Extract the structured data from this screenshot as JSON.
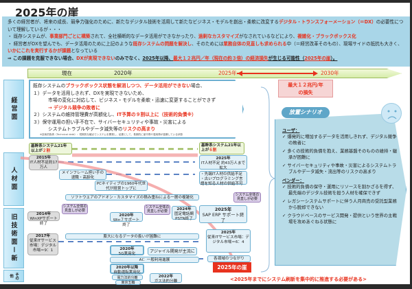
{
  "title": "2025年の崖",
  "intro": {
    "l1a": "多くの経営者が、将来の成長、競争力強化のために、新たなデジタル技術を活用して新たなビジネス・モデルを創出・柔軟に改変する",
    "l1b": "デジタル・トランスフォーメーション（＝DX）",
    "l1c": "の必要性について理解しているが・・・",
    "b1a": "・ 既存システムが、",
    "b1b": "事業部門ごとに構築",
    "b1c": "されて、全社横断的なデータ活用ができなかったり、",
    "b1d": "過剰なカスタマイズ",
    "b1e": "がなされているなどにより、",
    "b1f": "複雑化・ブラックボックス化",
    "b2a": "・ 経営者がDXを望んでも、データ活用のために上記のような",
    "b2b": "既存システムの問題を解決し",
    "b2c": "、そのためには",
    "b2d": "業務自体の見直しも求められる",
    "b2e": "中（＝経営改革そのもの）、現場サイドの抵抗も大きく、",
    "b2f": "いかにこれを実行するかが課題",
    "b2g": "となっている",
    "c1": "⇒ この課題を克服できない場合、",
    "c2": "DXが実現できない",
    "c3": "のみでなく、",
    "c4": "2025年以降、",
    "c5": "最大１２兆円／年（現在の約３倍）の経済損失",
    "c6": "が生じる可能性（",
    "c7": "2025年の崖",
    "c8": "）。"
  },
  "timeline": {
    "now": "現在",
    "y2020": "2020年",
    "y2025": "2025年",
    "y2030": "2030年"
  },
  "loss": "最大１２兆円/年\nの損失",
  "categories": {
    "management": "経営面",
    "people": "人材面",
    "tech": "旧技術面ー新",
    "other": "その他"
  },
  "management": {
    "l1a": "既存システムの",
    "l1b": "ブラックボックス状態を解消しつつ、データ活用ができない",
    "l1c": "場合、",
    "l2": "１）データを活用しきれず、DXを実現できないため、",
    "l3": "市場の変化に対応して、ビジネス・モデルを柔軟・迅速に変更することができず",
    "l4": "→ デジタル競争の敗者に",
    "l5a": "２）システムの維持管理費が高額化し、",
    "l5b": "IT予算の９割以上に（技術的負債※）",
    "l6": "３）保守運用の担い手不在で、サイバーセキュリティや事故・災害による",
    "l7a": "システムトラブルやデータ滅失等の",
    "l7b": "リスクの高まり",
    "foot": "※技術的負債（Technical debt）：短期的な観点でシステムを開発し、結果として、長期的に保守費や運用費が高騰している状態"
  },
  "people": {
    "core21_2020a": "基幹系システム21年以上が",
    "core21_2020b": "２割",
    "core21_2025a": "基幹系システム21年以上が",
    "core21_2025b": "６割",
    "it2015y": "2015年",
    "it2015": "IT人材不足約17万人",
    "it2025y": "2025年",
    "it2025": "IT人材不足 約43万人まで拡大",
    "mainframe": "メインフレーム担い手の退職・高齢化",
    "shortage": "・先端IT人材の供給不足 ・古いプログラミング言語を知る人材の供給不可",
    "pcnative": "PCネイティブの1960年代世代が経営トップに"
  },
  "tech": {
    "addon": "ソフトウエアのアドオン・カスタマイズの積み重ねによる一層の複雑化",
    "review": "システム全体の見直しが必要",
    "xp_y": "2014年",
    "xp": "WinXPサポート終了",
    "w7_y": "2020年",
    "w7": "Win７サポート終了",
    "pstn_y": "2024年",
    "pstn": "固定電話網PSTN終了",
    "sap_y": "2025年",
    "sap": "SAP ERP サポート終了",
    "data": "膨大になるデータの扱いが困難に",
    "m2017_y": "2017年",
    "m2017": "従来ITサービス市場：デジタル市場＝9：1",
    "m2025_y": "2025年",
    "m2025": "従来ITサービス市場：デジタル市場＝6：4",
    "g5_y": "2020年",
    "g5": "5G実用化",
    "agile": "アジャイル開発が主流に",
    "ai": "AI：一般利用進展",
    "connect": "各領域のつながり",
    "auto_y": "2020年以降",
    "auto": "自動運転実用化"
  },
  "other": {
    "power": "電力法的分離",
    "gas_y": "2022年",
    "gas": "ガス法的分離",
    "olympics": "東京五輪"
  },
  "cliff": "2025年の崖",
  "scenario": {
    "title": "放置シナリオ",
    "user_h": "ユーザ：",
    "user": [
      "✓ 爆発的に増加するデータを活用しきれず、デジタル競争の敗者に",
      "✓ 多くの技術的負債を抱え、業務基盤そのものの維持・継承が困難に",
      "✓ サイバーセキュリティや事故・災害によるシステムトラブルやデータ滅失・流出等のリスクの高まり"
    ],
    "vendor_h": "ベンダー：",
    "vendor": [
      "✓ 技術的負債の保守・運用にリソースを割かざるを得ず、最先端のデジタル技術を担う人材を確保できず",
      "✓ レガシーシステムサポートに伴う人月商売の受託型業務から脱却できない",
      "✓ クラウドベースのサービス開発・提供という世界の主戦場を攻めあぐねる状態に"
    ]
  },
  "conclusion": "<2025年までにシステム刷新を集中的に推進する必要がある>",
  "colors": {
    "accent_red": "#e8321e",
    "info_bg": "#a9d6e8",
    "scenario_bg": "#b8dce8"
  }
}
